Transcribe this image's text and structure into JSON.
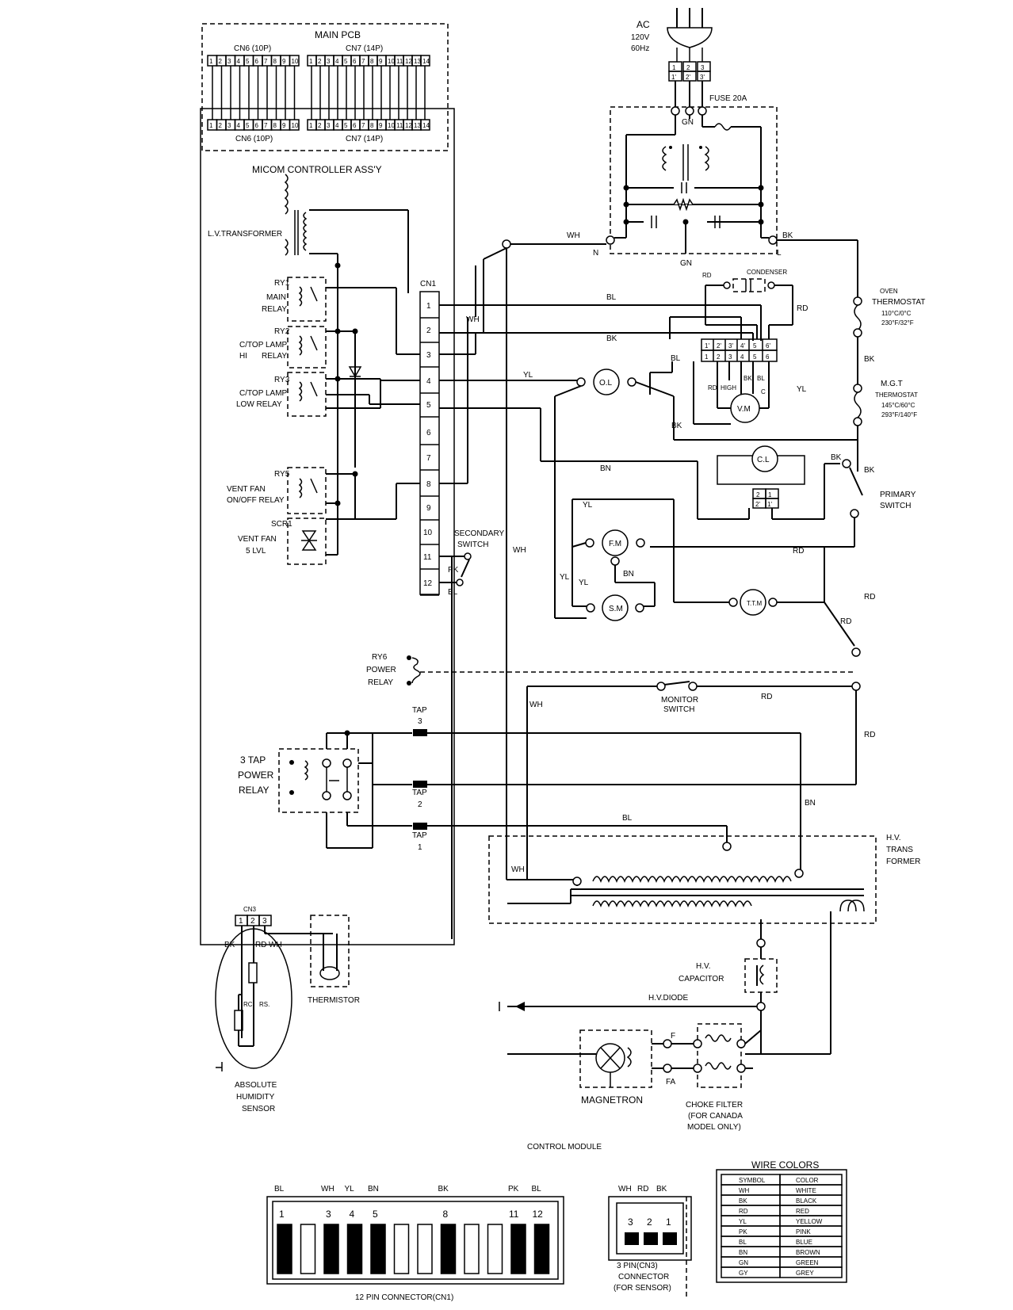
{
  "main_pcb": {
    "title": "MAIN  PCB",
    "cn6": "CN6 (10P)",
    "cn7": "CN7 (14P)"
  },
  "controller": {
    "title": "MICOM CONTROLLER ASS'Y",
    "lv_transformer": "L.V.TRANSFORMER",
    "cn1": "CN1"
  },
  "relays": {
    "ry1": "RY1",
    "ry1_desc1": "MAIN",
    "ry1_desc2": "RELAY",
    "ry2": "RY2",
    "ry2_desc1": "C/TOP LAMP",
    "ry2_desc2": "HI",
    "ry3": "RY3",
    "ry3_desc1": "C/TOP LAMP",
    "ry3_desc2": "LOW RELAY",
    "ry5": "RY5",
    "ry5_desc1": "VENT FAN",
    "ry5_desc2": "ON/OFF RELAY",
    "scr1": "SCR1",
    "scr1_desc1": "VENT FAN",
    "scr1_desc2": "5 LVL",
    "ry6": "RY6",
    "ry6_desc1": "POWER",
    "ry6_desc2": "RELAY",
    "relay_word": "RELAY"
  },
  "ac": {
    "label": "AC",
    "volts": "120V",
    "hz": "60Hz",
    "fuse": "FUSE 20A",
    "gn": "GN",
    "n": "N",
    "l": "L"
  },
  "components": {
    "condenser": "CONDENSER",
    "oven_th1": "OVEN",
    "oven_th2": "THERMOSTAT",
    "oven_th3": "110°C/0°C",
    "oven_th4": "230°F/32°F",
    "mgt1": "M.G.T",
    "mgt2": "THERMOSTAT",
    "mgt3": "145°C/60°C",
    "mgt4": "293°F/140°F",
    "ol": "O.L",
    "vm": "V.M",
    "cl": "C.L",
    "fm": "F.M",
    "sm": "S.M",
    "ttm": "T.T.M",
    "primary1": "PRIMARY",
    "primary2": "SWITCH",
    "secondary1": "SECONDARY",
    "secondary2": "SWITCH",
    "monitor1": "MONITOR",
    "monitor2": "SWITCH",
    "tap_power1": "3 TAP",
    "tap_power2": "POWER",
    "tap_power3": "RELAY",
    "tap": "TAP",
    "tap3": "3",
    "tap2": "2",
    "tap1": "1",
    "hv1": "H.V.",
    "hv2": "TRANS",
    "hv3": "FORMER",
    "hvcap1": "H.V.",
    "hvcap2": "CAPACITOR",
    "hvdiode": "H.V.DIODE",
    "magnetron": "MAGNETRON",
    "f": "F",
    "fa": "FA",
    "choke1": "CHOKE FILTER",
    "choke2": "(FOR CANADA",
    "choke3": "MODEL ONLY)",
    "cn3": "CN3",
    "thermistor": "THERMISTOR",
    "sensor1": "ABSOLUTE",
    "sensor2": "HUMIDITY",
    "sensor3": "SENSOR",
    "rc": "RC.",
    "rs": "RS.",
    "high": "HIGH",
    "c": "C"
  },
  "wires": {
    "wh": "WH",
    "bk": "BK",
    "rd": "RD",
    "bl": "BL",
    "yl": "YL",
    "bn": "BN",
    "pk": "PK"
  },
  "cn1_pins": [
    "1",
    "2",
    "3",
    "4",
    "5",
    "6",
    "7",
    "8",
    "9",
    "10",
    "11",
    "12"
  ],
  "cn6_pins": [
    "1",
    "2",
    "3",
    "4",
    "5",
    "6",
    "7",
    "8",
    "9",
    "10"
  ],
  "cn7_pins": [
    "1",
    "2",
    "3",
    "4",
    "5",
    "6",
    "7",
    "8",
    "9",
    "10",
    "11",
    "12",
    "13",
    "14"
  ],
  "bottom": {
    "control_module": "CONTROL MODULE",
    "cn1_title": "12 PIN CONNECTOR(CN1)",
    "cn1_top": [
      {
        "pin": "1",
        "wire": "BL"
      },
      {
        "pin": "3",
        "wire": "WH"
      },
      {
        "pin": "4",
        "wire": "YL"
      },
      {
        "pin": "5",
        "wire": "BN"
      },
      {
        "pin": "8",
        "wire": "BK"
      },
      {
        "pin": "11",
        "wire": "PK"
      },
      {
        "pin": "12",
        "wire": "BL"
      }
    ],
    "cn3_wires": [
      "WH",
      "RD",
      "BK"
    ],
    "cn3_pins": [
      "3",
      "2",
      "1"
    ],
    "cn3_title1": "3 PIN(CN3)",
    "cn3_title2": "CONNECTOR",
    "cn3_title3": "(FOR SENSOR)"
  },
  "wire_colors": {
    "title": "WIRE COLORS",
    "headers": [
      "SYMBOL",
      "COLOR"
    ],
    "rows": [
      [
        "WH",
        "WHITE"
      ],
      [
        "BK",
        "BLACK"
      ],
      [
        "RD",
        "RED"
      ],
      [
        "YL",
        "YELLOW"
      ],
      [
        "PK",
        "PINK"
      ],
      [
        "BL",
        "BLUE"
      ],
      [
        "BN",
        "BROWN"
      ],
      [
        "GN",
        "GREEN"
      ],
      [
        "GY",
        "GREY"
      ]
    ]
  }
}
